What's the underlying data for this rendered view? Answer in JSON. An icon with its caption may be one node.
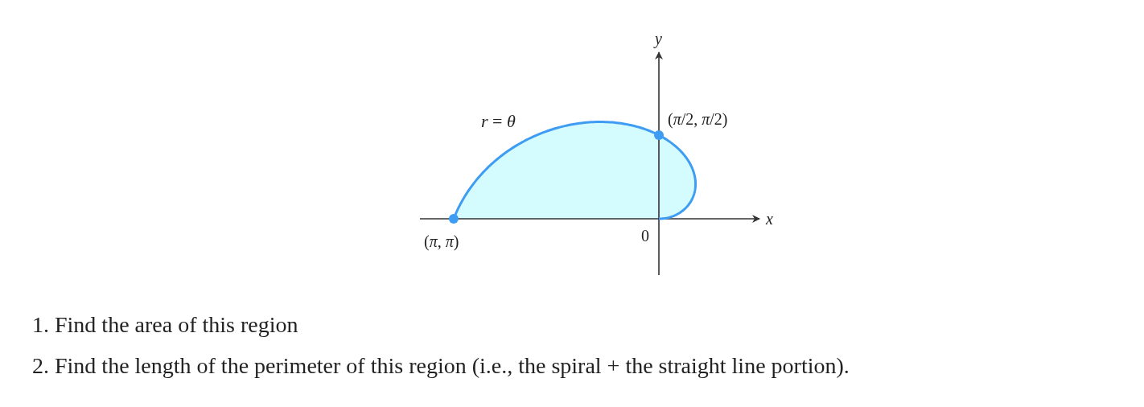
{
  "diagram": {
    "labels": [
      "y",
      "(*π*/2, *π*/2)",
      "*r* = *θ*",
      "x",
      "(*π*, *π*)",
      "0",
      "1. Find the area of this region",
      "2. Find the length of the perimeter of this region (i.e., the spiral + the straight line portion)."
    ]
  }
}
